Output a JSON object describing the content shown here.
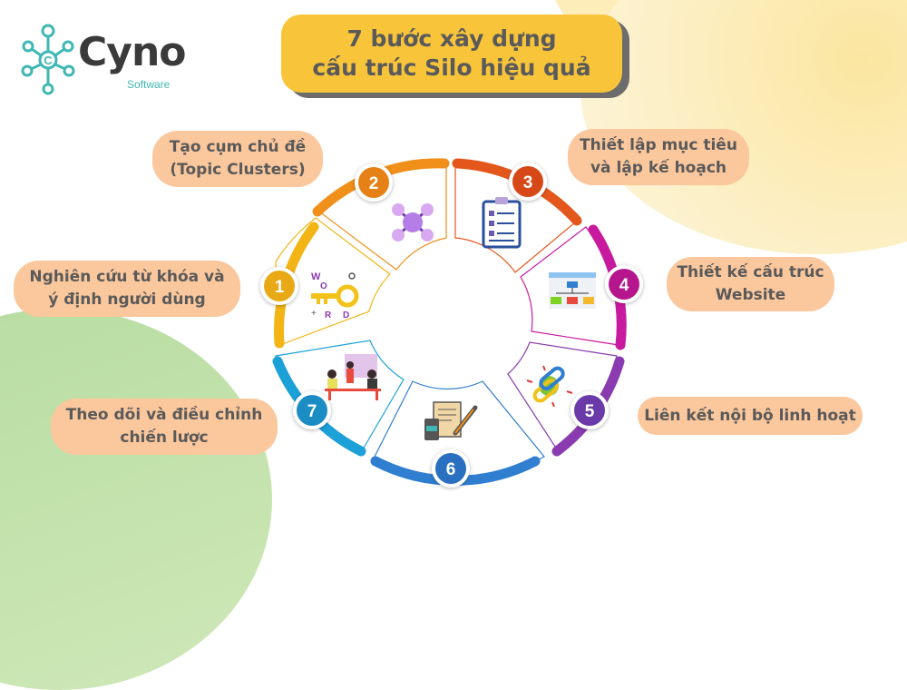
{
  "brand": {
    "name": "Cyno",
    "subtitle": "Software",
    "accent": "#3fb7b4"
  },
  "title": {
    "line1": "7 bước xây dựng",
    "line2": "cấu trúc Silo hiệu quả",
    "bg_color": "#f8c43a"
  },
  "steps": [
    {
      "number": "1",
      "label_line1": "Nghiên cứu từ khóa và",
      "label_line2": "ý định người dùng",
      "color": "#f2b515",
      "icon": "key-word-icon"
    },
    {
      "number": "2",
      "label_line1": "Tạo cụm chủ đề",
      "label_line2": "(Topic Clusters)",
      "color": "#f0901a",
      "icon": "cluster-network-icon"
    },
    {
      "number": "3",
      "label_line1": "Thiết lập mục tiêu",
      "label_line2": "và lập kế hoạch",
      "color": "#e4571c",
      "icon": "clipboard-checklist-icon"
    },
    {
      "number": "4",
      "label_line1": "Thiết kế cấu trúc",
      "label_line2": "Website",
      "color": "#c81a9e",
      "icon": "sitemap-icon"
    },
    {
      "number": "5",
      "label_line1": "Liên kết nội bộ linh hoạt",
      "label_line2": "",
      "color": "#8a3bb0",
      "icon": "link-gear-icon"
    },
    {
      "number": "6",
      "label_line1": "",
      "label_line2": "",
      "color": "#2f7ed0",
      "icon": "document-pen-icon"
    },
    {
      "number": "7",
      "label_line1": "Theo dõi và điều chỉnh",
      "label_line2": "chiến lược",
      "color": "#1ca0d8",
      "icon": "team-meeting-icon"
    }
  ],
  "label_color": "#fbc79c",
  "text_color": "#5a5a5a"
}
